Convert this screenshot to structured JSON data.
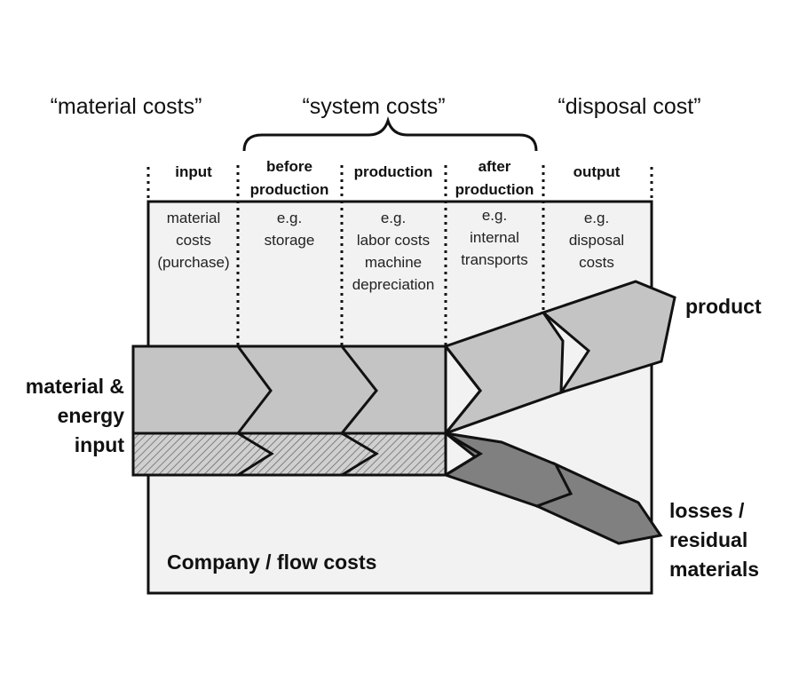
{
  "categories": {
    "material": "“material costs”",
    "system": "“system costs”",
    "disposal": "“disposal cost”"
  },
  "stages": {
    "input": "input",
    "before_l1": "before",
    "before_l2": "production",
    "production": "production",
    "after_l1": "after",
    "after_l2": "production",
    "output": "output"
  },
  "examples": {
    "input": [
      "material",
      "costs",
      "(purchase)"
    ],
    "before": [
      "e.g.",
      "storage"
    ],
    "production": [
      "e.g.",
      "labor costs",
      "machine",
      "depreciation"
    ],
    "after": [
      "e.g.",
      "internal",
      "transports"
    ],
    "output": [
      "e.g.",
      "disposal",
      "costs"
    ]
  },
  "labels": {
    "product": "product",
    "input": [
      "material &",
      "energy",
      "input"
    ],
    "losses": [
      "losses /",
      "residual",
      "materials"
    ],
    "company": "Company  / flow costs"
  },
  "colors": {
    "box_fill": "#f2f2f2",
    "flow_fill": "#c4c4c4",
    "losses_fill": "#808080",
    "outline": "#111111"
  }
}
